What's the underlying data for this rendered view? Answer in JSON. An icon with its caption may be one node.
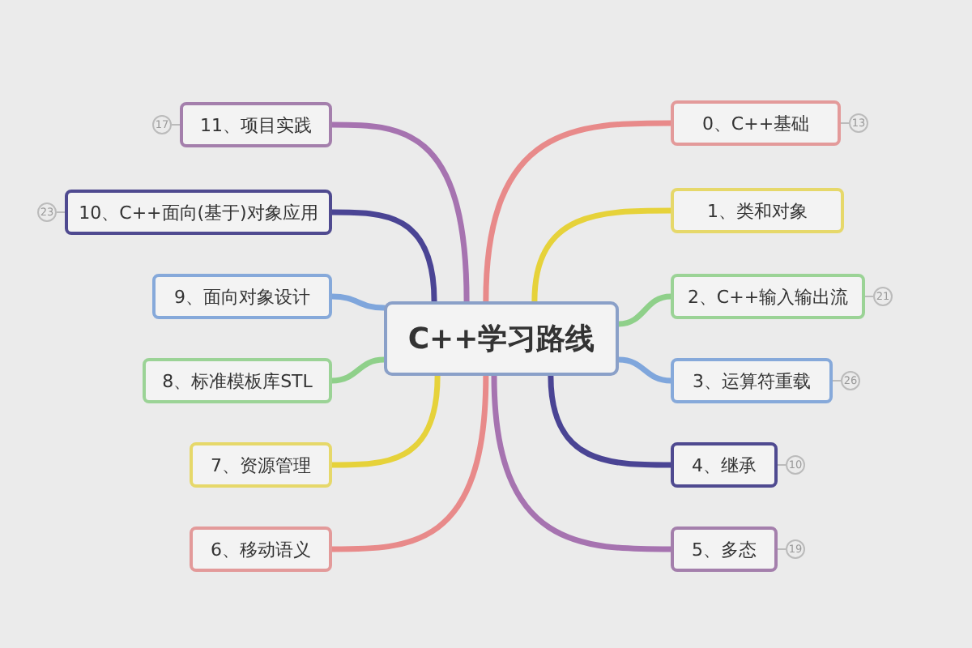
{
  "diagram": {
    "nodes": [
      {
        "text": [
          "C++学习路线"
        ]
      },
      {
        "text": [
          "0、C++基础"
        ],
        "beside": [
          "13"
        ]
      },
      {
        "text": [
          "1、类和对象"
        ]
      },
      {
        "text": [
          "2、C++输入输出流"
        ],
        "beside": [
          "21"
        ]
      },
      {
        "text": [
          "3、运算符重载"
        ],
        "beside": [
          "26"
        ]
      },
      {
        "text": [
          "4、继承"
        ],
        "beside": [
          "10"
        ]
      },
      {
        "text": [
          "5、多态"
        ],
        "beside": [
          "19"
        ]
      },
      {
        "text": [
          "6、移动语义"
        ]
      },
      {
        "text": [
          "7、资源管理"
        ]
      },
      {
        "text": [
          "8、标准模板库STL"
        ]
      },
      {
        "text": [
          "9、面向对象设计"
        ]
      },
      {
        "text": [
          "10、C++面向(基于)对象应用"
        ],
        "beside": [
          "23"
        ]
      },
      {
        "text": [
          "11、项目实践"
        ],
        "beside": [
          "17"
        ]
      }
    ],
    "edges": [
      {
        "from": 0,
        "to": 1,
        "arrow": "none",
        "color": "#e88a8a"
      },
      {
        "from": 0,
        "to": 2,
        "arrow": "none",
        "color": "#e6d23a"
      },
      {
        "from": 0,
        "to": 3,
        "arrow": "none",
        "color": "#8fd08a"
      },
      {
        "from": 0,
        "to": 4,
        "arrow": "none",
        "color": "#7fa6dc"
      },
      {
        "from": 0,
        "to": 5,
        "arrow": "none",
        "color": "#4a4494"
      },
      {
        "from": 0,
        "to": 6,
        "arrow": "none",
        "color": "#a673b0"
      },
      {
        "from": 0,
        "to": 7,
        "arrow": "none",
        "color": "#e88a8a"
      },
      {
        "from": 0,
        "to": 8,
        "arrow": "none",
        "color": "#e6d23a"
      },
      {
        "from": 0,
        "to": 9,
        "arrow": "none",
        "color": "#8fd08a"
      },
      {
        "from": 0,
        "to": 10,
        "arrow": "none",
        "color": "#7fa6dc"
      },
      {
        "from": 0,
        "to": 11,
        "arrow": "none",
        "color": "#4a4494"
      },
      {
        "from": 0,
        "to": 12,
        "arrow": "none",
        "color": "#a673b0"
      }
    ]
  }
}
